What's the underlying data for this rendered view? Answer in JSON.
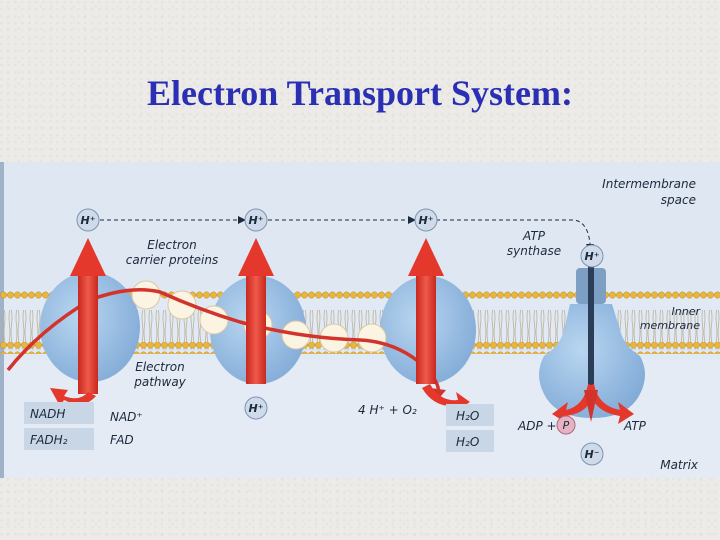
{
  "title": "Electron Transport System:",
  "diagram": {
    "labels": {
      "intermembrane_1": "Intermembrane",
      "intermembrane_2": "space",
      "inner_membrane_1": "Inner",
      "inner_membrane_2": "membrane",
      "matrix": "Matrix",
      "electron_carrier_1": "Electron",
      "electron_carrier_2": "carrier proteins",
      "electron_pathway_1": "Electron",
      "electron_pathway_2": "pathway",
      "atp_synthase_1": "ATP",
      "atp_synthase_2": "synthase"
    },
    "ions": {
      "h_plus": "H⁺",
      "h_minus": "H⁻"
    },
    "reactions": {
      "nadh": "NADH",
      "fadh2": "FADH₂",
      "nad_plus": "NAD⁺",
      "fad": "FAD",
      "oxygen": "4 H⁺ + O₂",
      "water_1": "H₂O",
      "water_2": "H₂O",
      "adp": "ADP +",
      "phosphate": "P",
      "atp": "ATP"
    },
    "colors": {
      "title": "#2a2fb4",
      "arrow": "#e5382d",
      "protein": "#9cc3e8",
      "membrane_head": "#e8b63a",
      "cytoplasm": "#e1e9f4"
    }
  }
}
